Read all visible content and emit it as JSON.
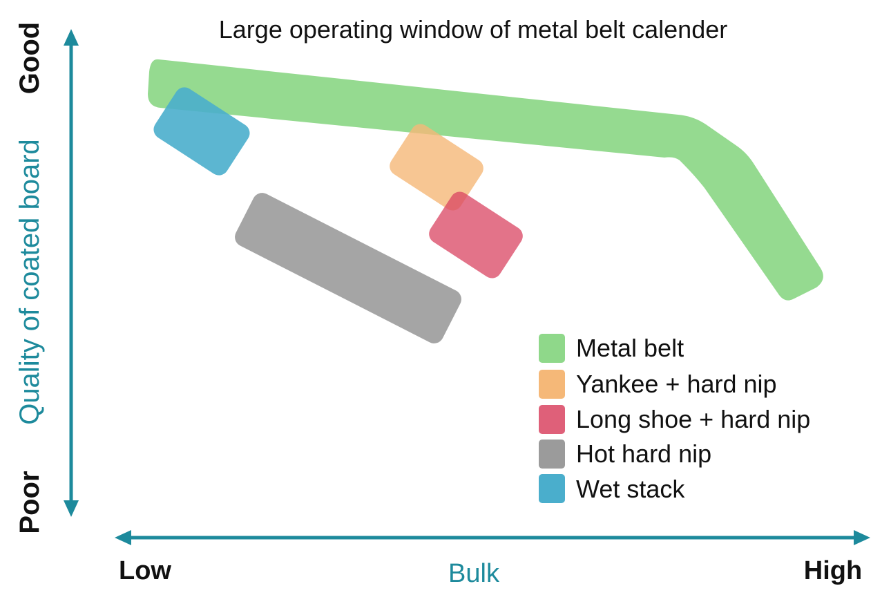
{
  "title": "Large operating window of metal belt calender",
  "y_axis": {
    "label": "Quality of coated board",
    "top_label": "Good",
    "bottom_label": "Poor",
    "color": "#1d8a9c"
  },
  "x_axis": {
    "label": "Bulk",
    "left_label": "Low",
    "right_label": "High",
    "color": "#1d8a9c"
  },
  "regions": [
    {
      "key": "metal_belt",
      "name": "Metal belt",
      "color": "#8fd88a"
    },
    {
      "key": "yankee",
      "name": "Yankee + hard nip",
      "color": "#f5b878"
    },
    {
      "key": "long_shoe",
      "name": "Long shoe + hard nip",
      "color": "#d94462"
    },
    {
      "key": "hot_hard_nip",
      "name": "Hot hard nip",
      "color": "#9b9b9b"
    },
    {
      "key": "wet_stack",
      "name": "Wet stack",
      "color": "#4aaecc"
    }
  ]
}
